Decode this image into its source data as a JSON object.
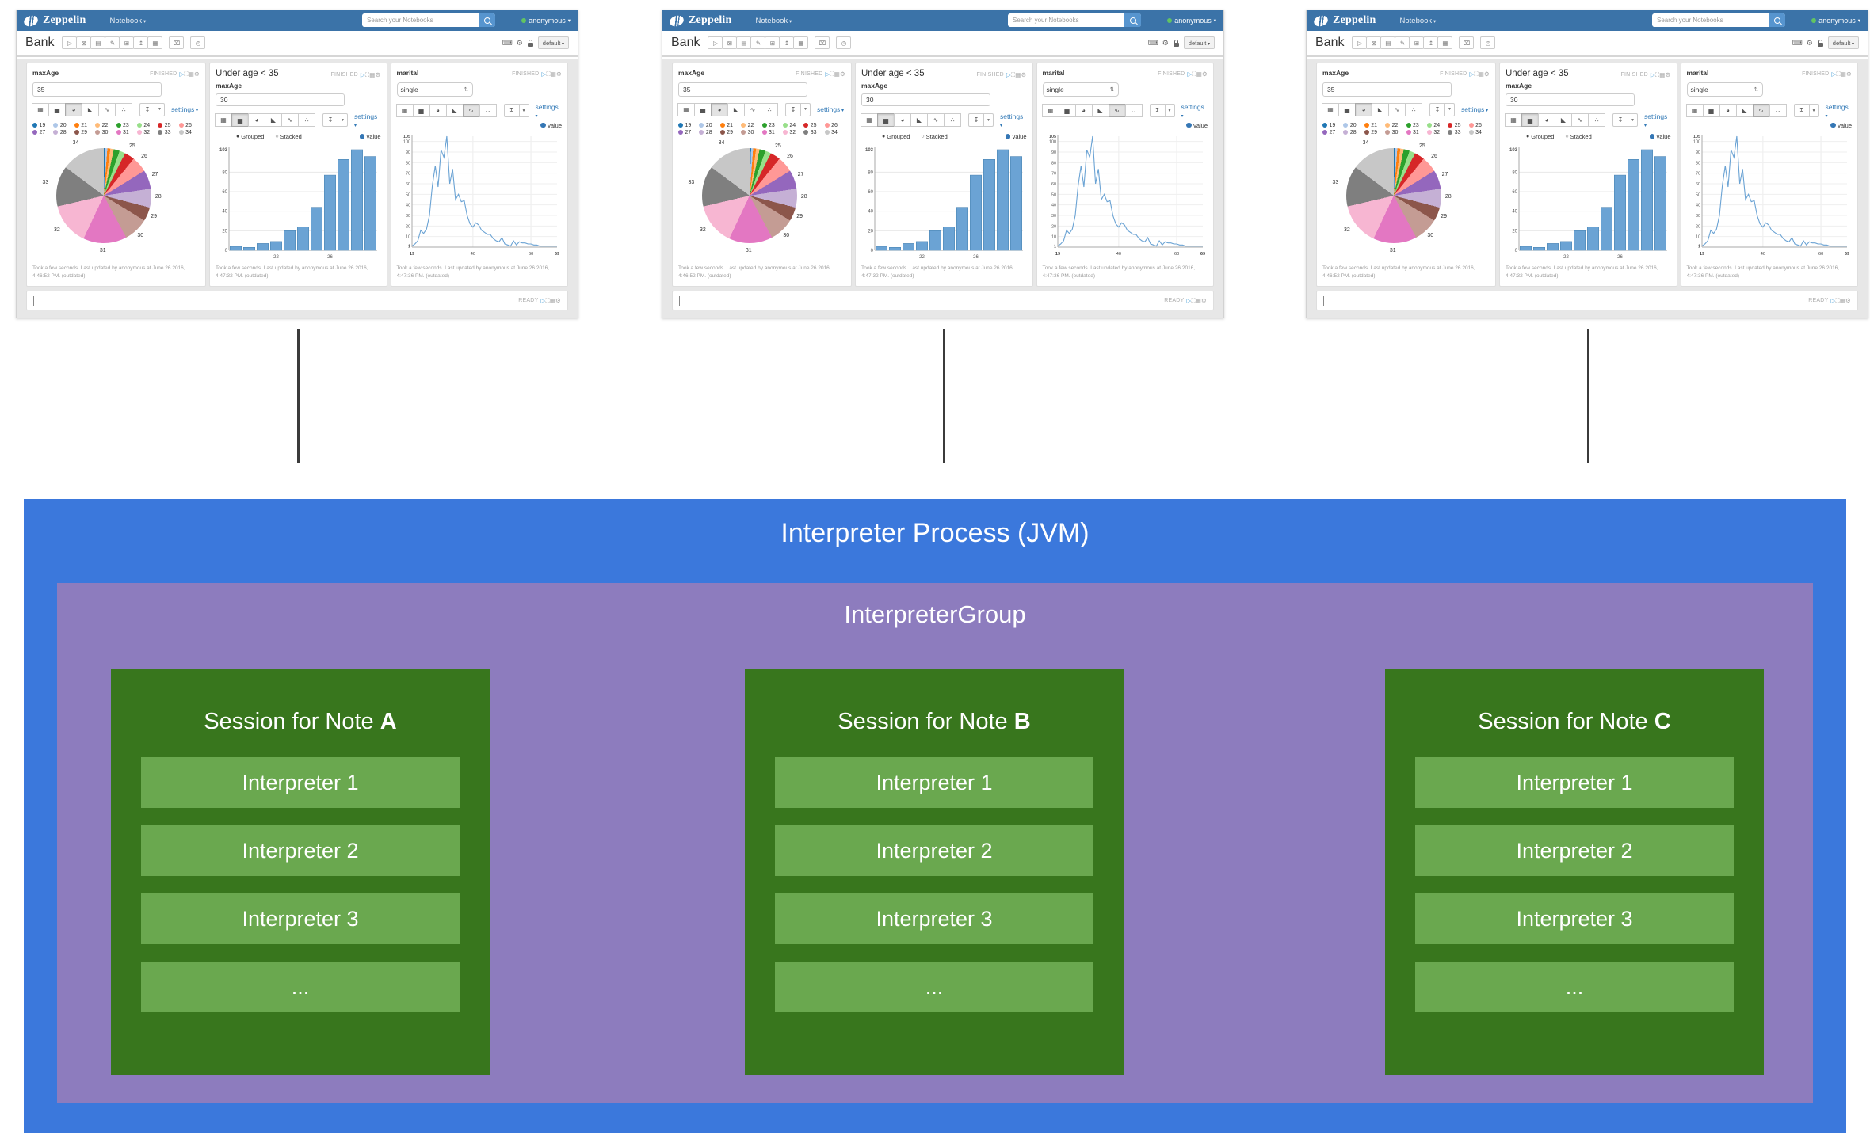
{
  "navbar": {
    "brand": "Zeppelin",
    "menu_label": "Notebook",
    "search_placeholder": "Search your Notebooks",
    "username": "anonymous"
  },
  "note": {
    "title": "Bank",
    "toolbar_icons": [
      {
        "name": "run-all-paragraphs-icon",
        "glyph": "▷"
      },
      {
        "name": "show-hide-code-icon",
        "glyph": "⊠"
      },
      {
        "name": "show-hide-output-icon",
        "glyph": "▤"
      },
      {
        "name": "clear-output-icon",
        "glyph": "✎"
      },
      {
        "name": "clone-note-icon",
        "glyph": "⊞"
      },
      {
        "name": "export-note-icon",
        "glyph": "↥"
      },
      {
        "name": "version-control-icon",
        "glyph": "▦"
      }
    ],
    "trash_icon": {
      "name": "remove-note-icon",
      "glyph": "⌧"
    },
    "scheduler_icon": {
      "name": "scheduler-icon",
      "glyph": "◷"
    },
    "right_icons": [
      {
        "name": "shortcuts-icon",
        "glyph": "⌨"
      },
      {
        "name": "interpreter-binding-icon",
        "glyph": "⚙"
      }
    ],
    "permissions_label": "default"
  },
  "paragraph_status_icons": [
    {
      "name": "run-paragraph-icon",
      "glyph": "▷"
    },
    {
      "name": "expand-paragraph-icon",
      "glyph": "⛶"
    },
    {
      "name": "link-paragraph-icon",
      "glyph": "▦"
    },
    {
      "name": "paragraph-gear-icon",
      "glyph": "⚙"
    }
  ],
  "chart_type_icons": [
    {
      "name": "table-icon",
      "glyph": "▦"
    },
    {
      "name": "bar-chart-icon",
      "glyph": "▅"
    },
    {
      "name": "pie-chart-icon",
      "glyph": "◕"
    },
    {
      "name": "area-chart-icon",
      "glyph": "◣"
    },
    {
      "name": "line-chart-icon",
      "glyph": "∿"
    },
    {
      "name": "scatter-chart-icon",
      "glyph": "∴"
    }
  ],
  "download_icon": {
    "name": "download-icon",
    "glyph": "↧"
  },
  "paragraphs": [
    {
      "form_label": "maxAge",
      "input_value": "35",
      "status": "FINISHED",
      "settings_label": "settings",
      "selected_chart_index": 2,
      "footer": "Took a few seconds. Last updated by anonymous at June 26 2016, 4:46:52 PM. (outdated)"
    },
    {
      "title": "Under age < 35",
      "form_label": "maxAge",
      "input_value": "30",
      "status": "FINISHED",
      "settings_label": "settings",
      "grouped_label": "Grouped",
      "stacked_label": "Stacked",
      "value_legend_label": "value",
      "selected_chart_index": 1,
      "footer": "Took a few seconds. Last updated by anonymous at June 26 2016, 4:47:32 PM. (outdated)"
    },
    {
      "form_label": "marital",
      "select_value": "single",
      "status": "FINISHED",
      "settings_label": "settings",
      "value_legend_label": "value",
      "selected_chart_index": 4,
      "footer": "Took a few seconds. Last updated by anonymous at June 26 2016, 4:47:36 PM. (outdated)"
    }
  ],
  "empty_paragraph": {
    "status": "READY"
  },
  "chart_data": [
    {
      "type": "pie",
      "title": "",
      "categories": [
        19,
        20,
        21,
        22,
        23,
        24,
        25,
        26,
        27,
        28,
        29,
        30,
        31,
        32,
        33,
        34
      ],
      "values_pct": [
        0.5,
        0.7,
        1.0,
        1.2,
        2.0,
        2.0,
        3.4,
        5.4,
        6.4,
        6.4,
        4.7,
        8.4,
        14.8,
        14.3,
        13.8,
        14.8
      ],
      "colors": [
        "#1f77b4",
        "#aec7e8",
        "#ff7f0e",
        "#ffbb78",
        "#2ca02c",
        "#98df8a",
        "#d62728",
        "#ff9896",
        "#9467bd",
        "#c5b0d5",
        "#8c564b",
        "#c49c94",
        "#e377c2",
        "#f7b6d2",
        "#7f7f7f",
        "#c7c7c7"
      ],
      "legend_position": "top",
      "labeled_slices": [
        25,
        26,
        27,
        28,
        29,
        30,
        31,
        32,
        33,
        34
      ]
    },
    {
      "type": "bar",
      "title": "Under age < 35",
      "categories": [
        19,
        20,
        21,
        22,
        23,
        24,
        25,
        26,
        27,
        28,
        29
      ],
      "values": [
        4,
        3,
        7,
        9,
        20,
        24,
        44,
        77,
        93,
        103,
        96
      ],
      "series_label": "value",
      "ylim": [
        0,
        103
      ],
      "y_ticks": [
        0,
        20,
        40,
        60,
        80,
        103
      ],
      "x_tick_labels": [
        "22",
        "26"
      ],
      "bar_color": "#6ba3d4",
      "bar_stroke": "#4d86b5",
      "grid": true
    },
    {
      "type": "line",
      "title": "",
      "x_domain": [
        19,
        69
      ],
      "x": "ages 19 through 69 step 1",
      "values": [
        1,
        3,
        6,
        16,
        13,
        17,
        30,
        58,
        77,
        57,
        92,
        85,
        105,
        60,
        74,
        45,
        50,
        43,
        44,
        30,
        22,
        19,
        23,
        21,
        16,
        14,
        12,
        12,
        8,
        6,
        5,
        9,
        3,
        2,
        1,
        6,
        2,
        5,
        4,
        4,
        3,
        3,
        2,
        2,
        1,
        1,
        1,
        1,
        1,
        1,
        1
      ],
      "series_label": "value",
      "ylim": [
        0,
        105
      ],
      "y_ticks": [
        1,
        10,
        20,
        30,
        40,
        50,
        60,
        70,
        80,
        90,
        100,
        105
      ],
      "x_ticks": [
        19,
        40,
        60,
        69
      ],
      "line_color": "#6ba3d4",
      "grid": true
    }
  ],
  "diagram": {
    "process_title": "Interpreter Process (JVM)",
    "group_title": "InterpreterGroup",
    "sessions": [
      {
        "title_prefix": "Session for Note ",
        "note_letter": "A",
        "interpreters": [
          "Interpreter 1",
          "Interpreter 2",
          "Interpreter 3",
          "..."
        ]
      },
      {
        "title_prefix": "Session for Note ",
        "note_letter": "B",
        "interpreters": [
          "Interpreter 1",
          "Interpreter 2",
          "Interpreter 3",
          "..."
        ]
      },
      {
        "title_prefix": "Session for Note ",
        "note_letter": "C",
        "interpreters": [
          "Interpreter 1",
          "Interpreter 2",
          "Interpreter 3",
          "..."
        ]
      }
    ],
    "colors": {
      "process_blue": "#3b78dc",
      "group_purple": "#8d7cbe",
      "session_green": "#38761d",
      "interpreter_green": "#6aa84f",
      "connector": "#3b3b3b"
    }
  }
}
